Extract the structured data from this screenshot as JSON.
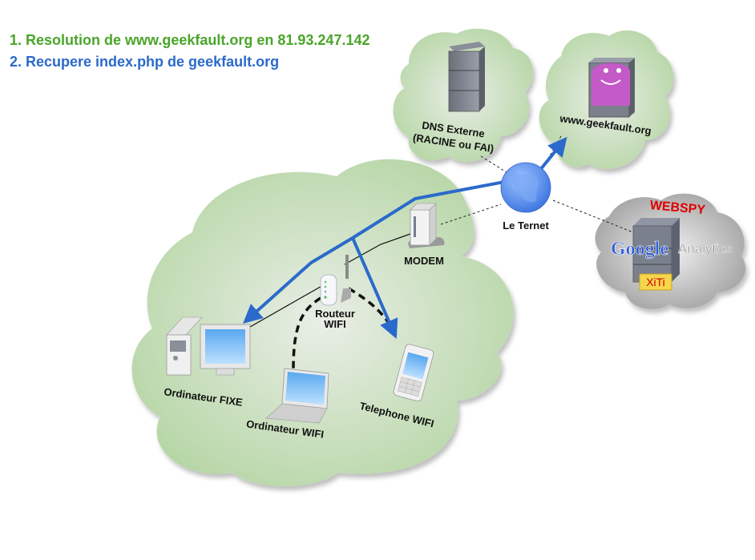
{
  "legend": {
    "step1": "1. Resolution de www.geekfault.org en 81.93.247.142",
    "step2": "2. Recupere index.php de geekfault.org",
    "step1_color": "#4aa52a",
    "step2_color": "#2b6acb"
  },
  "colors": {
    "cloud_green": "#b7d7a8",
    "cloud_grey": "#a8a8a8",
    "arrow_blue": "#2b6acb",
    "webspy_red": "#e00000"
  },
  "nodes": {
    "dns": {
      "label_line1": "DNS Externe",
      "label_line2": "(RACINE ou FAI)",
      "icon": "server-icon"
    },
    "site": {
      "label": "www.geekfault.org",
      "icon": "monster-server-icon"
    },
    "internet": {
      "label": "Le Ternet",
      "icon": "globe-icon"
    },
    "modem": {
      "label": "MODEM",
      "icon": "modem-icon"
    },
    "router": {
      "label_line1": "Routeur",
      "label_line2": "WIFI",
      "icon": "wifi-router-icon"
    },
    "desktop": {
      "label": "Ordinateur FIXE",
      "icon": "desktop-computer-icon"
    },
    "laptop": {
      "label": "Ordinateur WIFI",
      "icon": "laptop-icon"
    },
    "phone": {
      "label": "Telephone WIFI",
      "icon": "mobile-phone-icon"
    },
    "webspy": {
      "title": "WEBSPY",
      "google": "Google",
      "analytics": "Analytics",
      "xiti": "XiTi",
      "icon": "server-icon"
    }
  }
}
